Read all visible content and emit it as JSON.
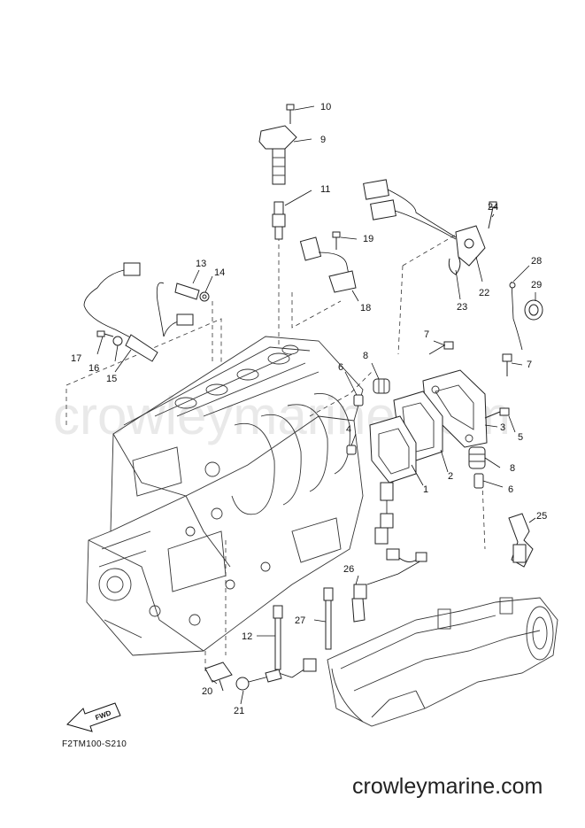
{
  "diagram": {
    "callouts": [
      "10",
      "9",
      "11",
      "19",
      "24",
      "28",
      "29",
      "22",
      "23",
      "18",
      "13",
      "14",
      "17",
      "16",
      "15",
      "7",
      "7",
      "8",
      "6",
      "4",
      "5",
      "3",
      "8",
      "2",
      "1",
      "6",
      "25",
      "26",
      "27",
      "12",
      "20",
      "21"
    ],
    "fwd_label": "FWD",
    "code": "F2TM100-S210",
    "watermark": "crowleymarine.com",
    "footer": "crowleymarine.com"
  }
}
